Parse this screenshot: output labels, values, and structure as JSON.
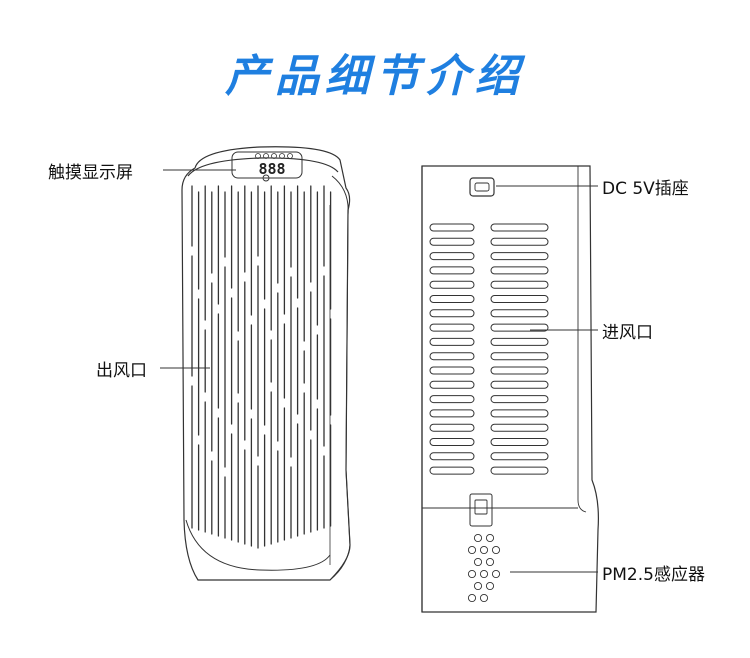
{
  "title": "产品细节介绍",
  "display": {
    "digits": "888"
  },
  "labels": {
    "touch_screen": "触摸显示屏",
    "air_outlet": "出风口",
    "dc_port": "DC 5V插座",
    "air_inlet": "进风口",
    "pm_sensor": "PM2.5感应器"
  },
  "colors": {
    "title": "#1f7fe0",
    "line": "#333333"
  }
}
